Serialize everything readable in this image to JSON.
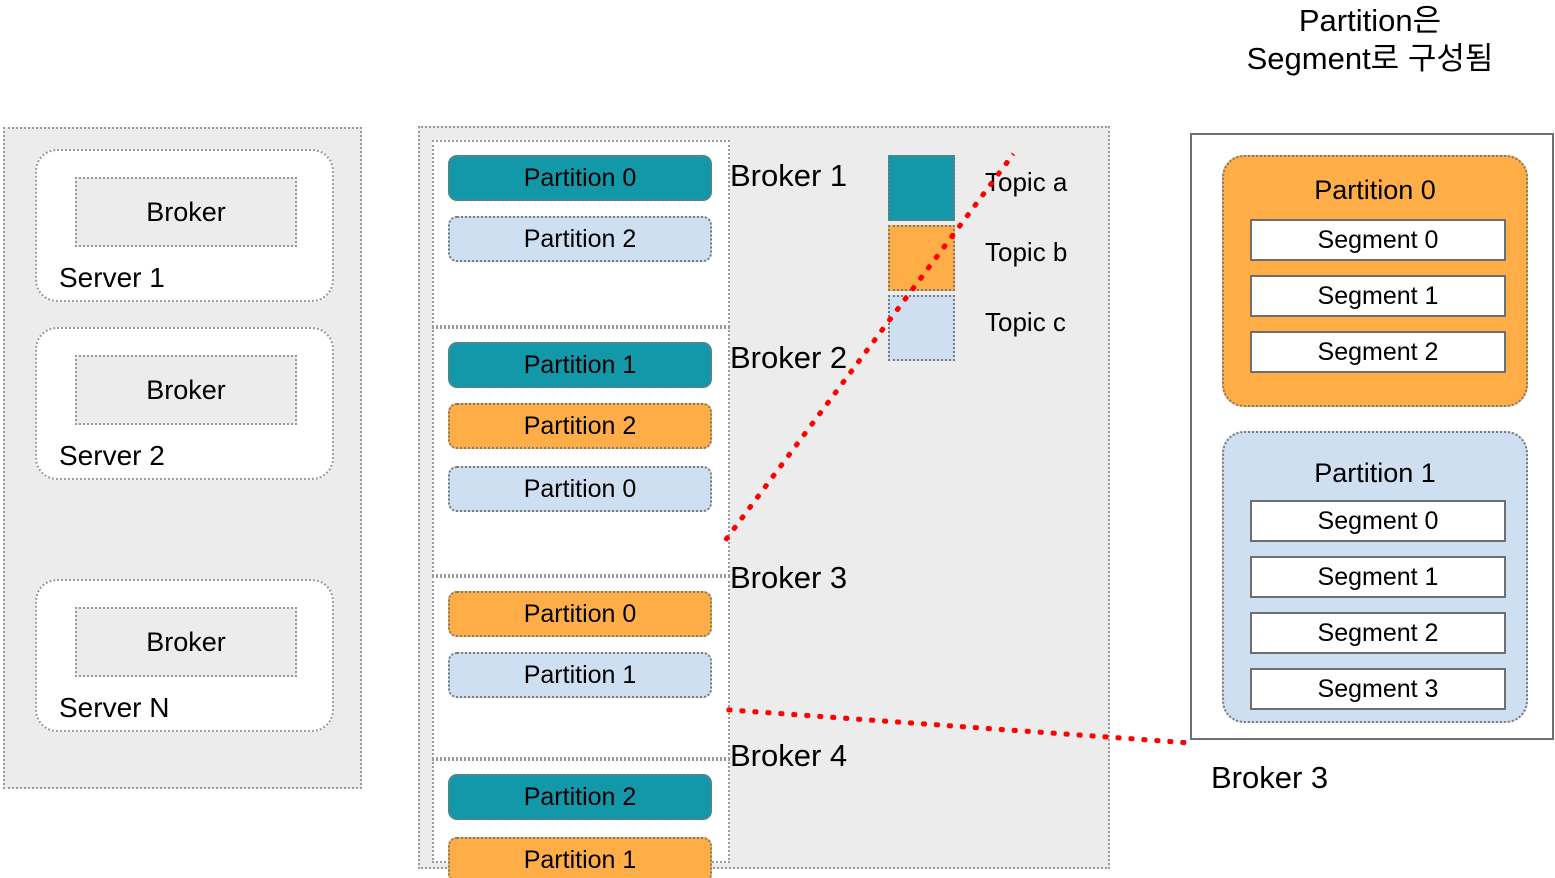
{
  "colors": {
    "topic_a": "#1298a8",
    "topic_b": "#ffae47",
    "topic_c": "#cfdff2",
    "panel_gray": "#ececec",
    "border_gray": "#9a9a9a",
    "leader_red": "#ff0000"
  },
  "server_cluster": {
    "servers": [
      {
        "broker_label": "Broker",
        "server_label": "Server 1"
      },
      {
        "broker_label": "Broker",
        "server_label": "Server 2"
      },
      {
        "broker_label": "Broker",
        "server_label": "Server N"
      }
    ],
    "ellipsis": "vertical-dots"
  },
  "broker_partitions": {
    "brokers": [
      {
        "name": "Broker 1",
        "partitions": [
          {
            "label": "Partition 0",
            "topic": "topic_a"
          },
          {
            "label": "Partition 2",
            "topic": "topic_c"
          }
        ]
      },
      {
        "name": "Broker 2",
        "partitions": [
          {
            "label": "Partition 1",
            "topic": "topic_a"
          },
          {
            "label": "Partition 2",
            "topic": "topic_b"
          },
          {
            "label": "Partition 0",
            "topic": "topic_c"
          }
        ]
      },
      {
        "name": "Broker 3",
        "partitions": [
          {
            "label": "Partition 0",
            "topic": "topic_b"
          },
          {
            "label": "Partition 1",
            "topic": "topic_c"
          }
        ]
      },
      {
        "name": "Broker 4",
        "partitions": [
          {
            "label": "Partition 2",
            "topic": "topic_a"
          },
          {
            "label": "Partition 1",
            "topic": "topic_b"
          }
        ]
      }
    ]
  },
  "legend": {
    "items": [
      {
        "label": "Topic a",
        "topic": "topic_a"
      },
      {
        "label": "Topic b",
        "topic": "topic_b"
      },
      {
        "label": "Topic c",
        "topic": "topic_c"
      }
    ]
  },
  "segment_detail": {
    "title": "Partition은\nSegment로 구성됨",
    "broker_label": "Broker 3",
    "partitions": [
      {
        "label": "Partition 0",
        "topic": "topic_b",
        "segments": [
          "Segment 0",
          "Segment 1",
          "Segment 2"
        ]
      },
      {
        "label": "Partition 1",
        "topic": "topic_c",
        "segments": [
          "Segment 0",
          "Segment 1",
          "Segment 2",
          "Segment 3"
        ]
      }
    ]
  }
}
